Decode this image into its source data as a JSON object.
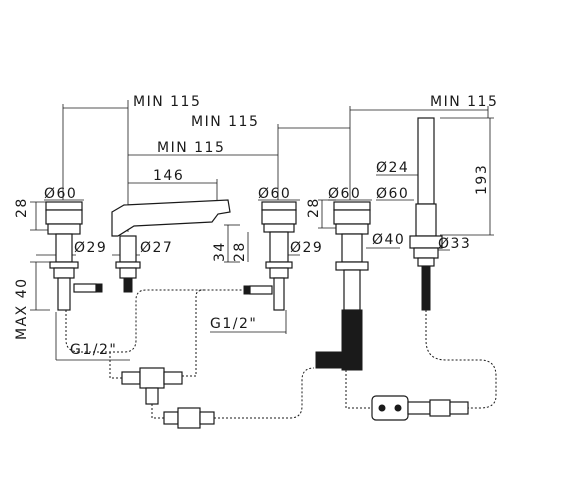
{
  "labels": {
    "min_115_a": "MIN 115",
    "min_115_b": "MIN 115",
    "min_115_c": "MIN 115",
    "min_115_d": "MIN 115",
    "spout_146": "146",
    "shower_193": "193",
    "d60_a": "Ø60",
    "d60_b": "Ø60",
    "d60_c": "Ø60",
    "d60_d": "Ø60",
    "d29_a": "Ø29",
    "d29_b": "Ø29",
    "d27": "Ø27",
    "d24": "Ø24",
    "d40": "Ø40",
    "d33": "Ø33",
    "h28_a": "28",
    "h28_b": "28",
    "h28_c": "28",
    "h34": "34",
    "max40": "MAX 40",
    "g12_a": "G1/2\"",
    "g12_b": "G1/2\""
  }
}
